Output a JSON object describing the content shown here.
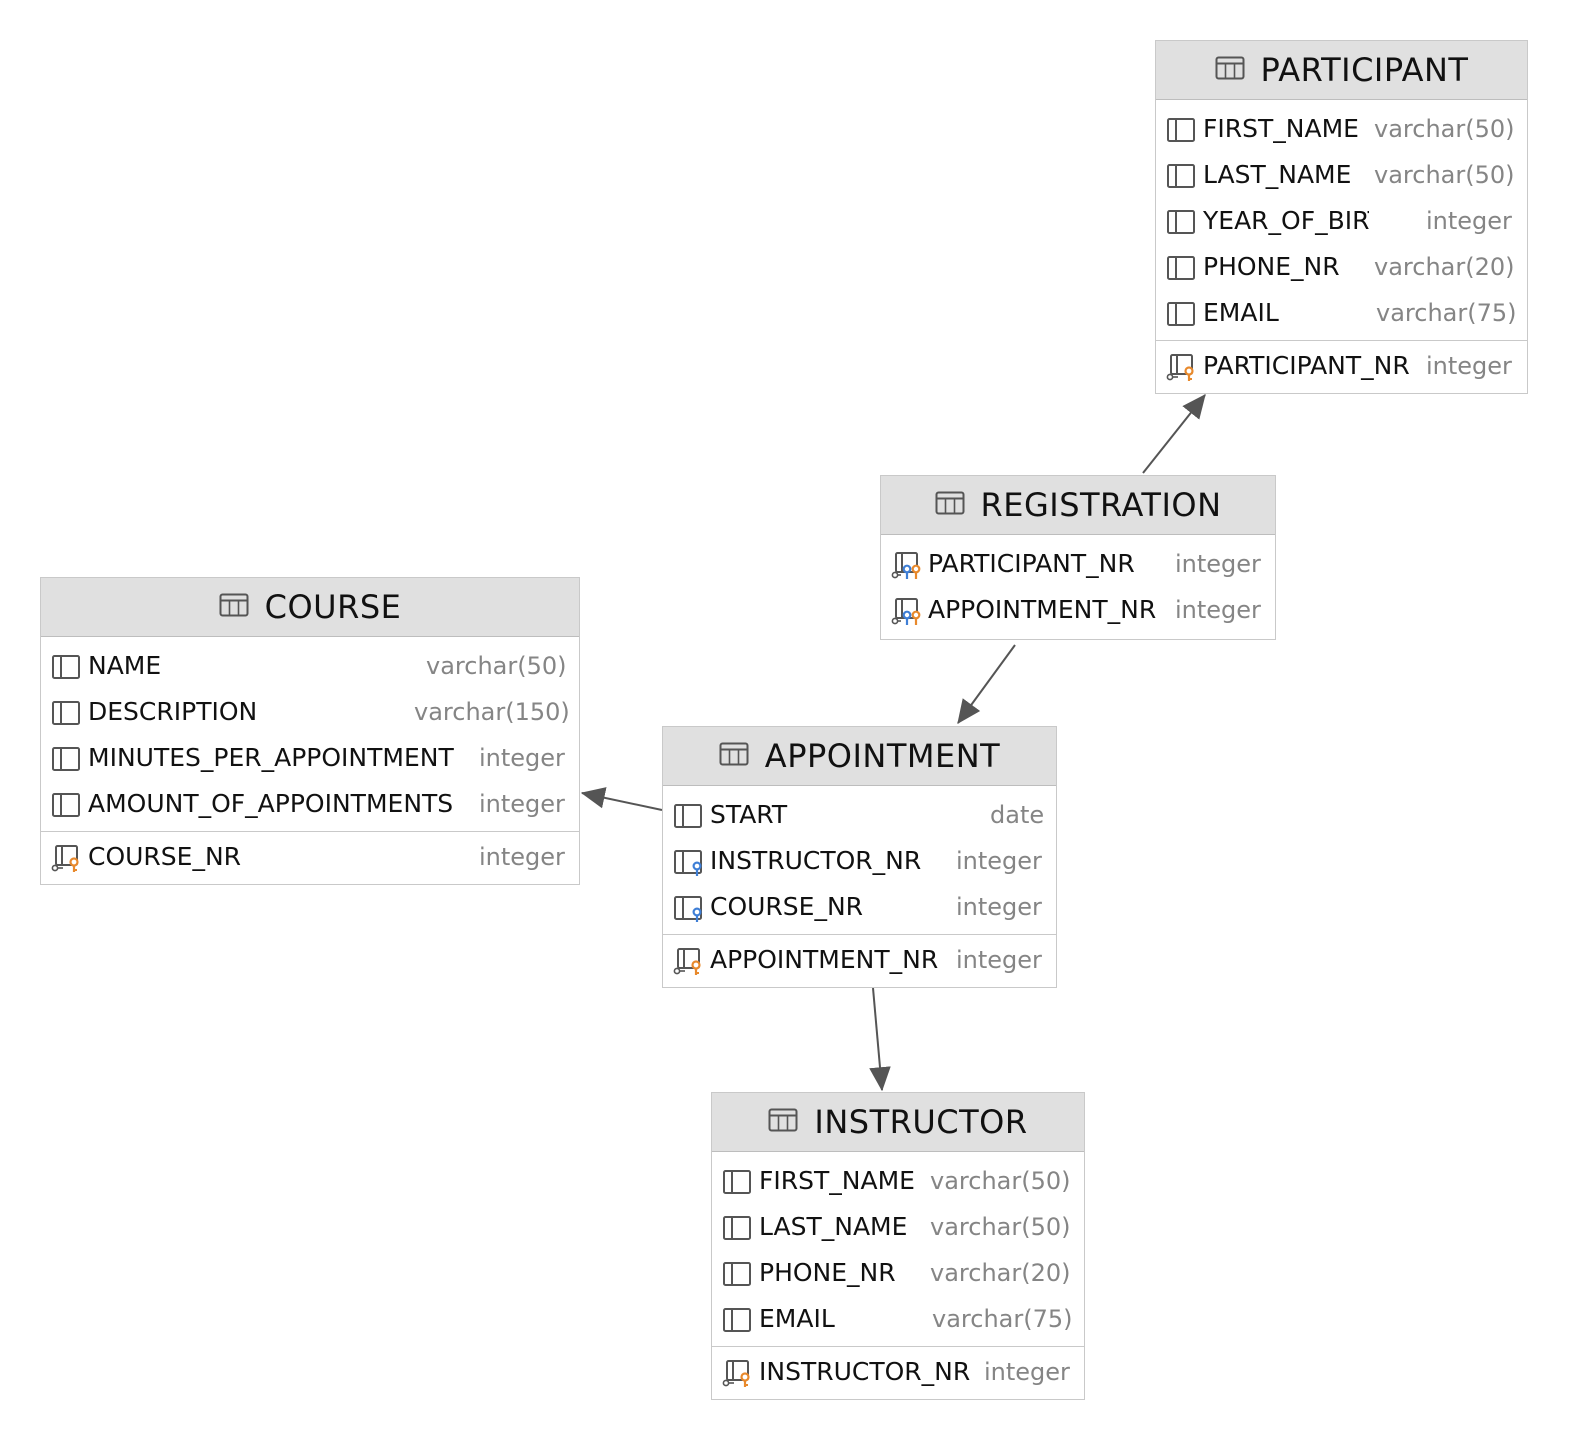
{
  "colors": {
    "edge": "#555555",
    "header_bg": "#e0e0e0",
    "border": "#c9c9c9",
    "type_text": "#858585",
    "name_text": "#111111",
    "pk_key": "#e8892c",
    "fk_key": "#3f7fd6"
  },
  "entities": {
    "participant": {
      "name": "PARTICIPANT",
      "columns": [
        {
          "name": "FIRST_NAME",
          "type": "varchar(50)",
          "icon": "column-icon"
        },
        {
          "name": "LAST_NAME",
          "type": "varchar(50)",
          "icon": "column-icon"
        },
        {
          "name": "YEAR_OF_BIRTH",
          "type": "integer",
          "icon": "column-icon"
        },
        {
          "name": "PHONE_NR",
          "type": "varchar(20)",
          "icon": "column-icon"
        },
        {
          "name": "EMAIL",
          "type": "varchar(75)",
          "icon": "column-icon"
        }
      ],
      "keys": [
        {
          "name": "PARTICIPANT_NR",
          "type": "integer",
          "icon": "primary-key-icon"
        }
      ]
    },
    "registration": {
      "name": "REGISTRATION",
      "columns": [],
      "keys": [
        {
          "name": "PARTICIPANT_NR",
          "type": "integer",
          "icon": "primary-foreign-key-icon"
        },
        {
          "name": "APPOINTMENT_NR",
          "type": "integer",
          "icon": "primary-foreign-key-icon"
        }
      ]
    },
    "course": {
      "name": "COURSE",
      "columns": [
        {
          "name": "NAME",
          "type": "varchar(50)",
          "icon": "column-icon"
        },
        {
          "name": "DESCRIPTION",
          "type": "varchar(150)",
          "icon": "column-icon"
        },
        {
          "name": "MINUTES_PER_APPOINTMENT",
          "type": "integer",
          "icon": "column-icon"
        },
        {
          "name": "AMOUNT_OF_APPOINTMENTS",
          "type": "integer",
          "icon": "column-icon"
        }
      ],
      "keys": [
        {
          "name": "COURSE_NR",
          "type": "integer",
          "icon": "primary-key-icon"
        }
      ]
    },
    "appointment": {
      "name": "APPOINTMENT",
      "columns": [
        {
          "name": "START",
          "type": "date",
          "icon": "column-icon"
        },
        {
          "name": "INSTRUCTOR_NR",
          "type": "integer",
          "icon": "foreign-key-icon"
        },
        {
          "name": "COURSE_NR",
          "type": "integer",
          "icon": "foreign-key-icon"
        }
      ],
      "keys": [
        {
          "name": "APPOINTMENT_NR",
          "type": "integer",
          "icon": "primary-key-icon"
        }
      ]
    },
    "instructor": {
      "name": "INSTRUCTOR",
      "columns": [
        {
          "name": "FIRST_NAME",
          "type": "varchar(50)",
          "icon": "column-icon"
        },
        {
          "name": "LAST_NAME",
          "type": "varchar(50)",
          "icon": "column-icon"
        },
        {
          "name": "PHONE_NR",
          "type": "varchar(20)",
          "icon": "column-icon"
        },
        {
          "name": "EMAIL",
          "type": "varchar(75)",
          "icon": "column-icon"
        }
      ],
      "keys": [
        {
          "name": "INSTRUCTOR_NR",
          "type": "integer",
          "icon": "primary-key-icon"
        }
      ]
    }
  },
  "relationships": [
    {
      "from": "registration",
      "to": "participant"
    },
    {
      "from": "registration",
      "to": "appointment"
    },
    {
      "from": "appointment",
      "to": "course"
    },
    {
      "from": "appointment",
      "to": "instructor"
    }
  ]
}
